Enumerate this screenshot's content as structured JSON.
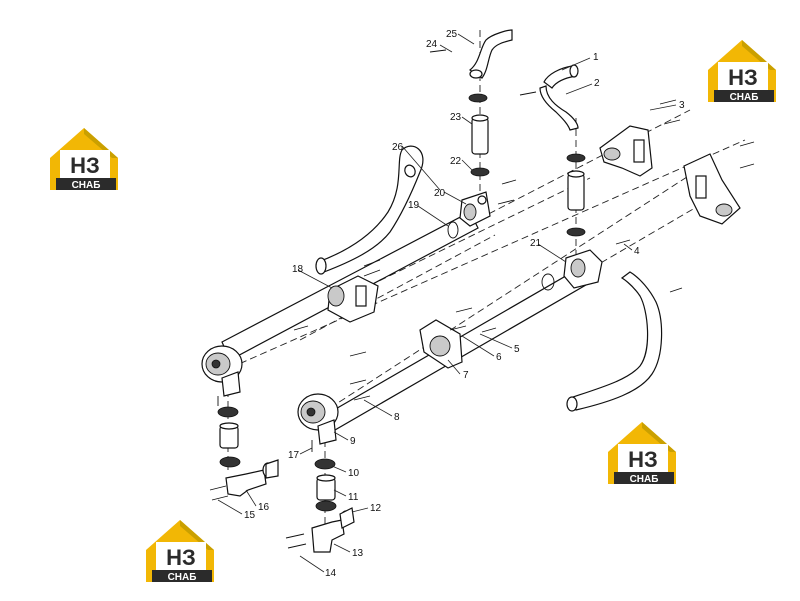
{
  "logo": {
    "mark": "НЗ",
    "caption": "СНАБ",
    "color_gold": "#f2b705",
    "color_dark": "#2b2b2b"
  },
  "callouts": [
    {
      "id": "c1",
      "text": "1"
    },
    {
      "id": "c2",
      "text": "2"
    },
    {
      "id": "c3",
      "text": "3"
    },
    {
      "id": "c4",
      "text": "4"
    },
    {
      "id": "c5",
      "text": "5"
    },
    {
      "id": "c6",
      "text": "6"
    },
    {
      "id": "c7",
      "text": "7"
    },
    {
      "id": "c8",
      "text": "8"
    },
    {
      "id": "c9",
      "text": "9"
    },
    {
      "id": "c10",
      "text": "10"
    },
    {
      "id": "c11",
      "text": "11"
    },
    {
      "id": "c12",
      "text": "12"
    },
    {
      "id": "c13",
      "text": "13"
    },
    {
      "id": "c14",
      "text": "14"
    },
    {
      "id": "c15",
      "text": "15"
    },
    {
      "id": "c16",
      "text": "16"
    },
    {
      "id": "c17",
      "text": "17"
    },
    {
      "id": "c18",
      "text": "18"
    },
    {
      "id": "c19",
      "text": "19"
    },
    {
      "id": "c20",
      "text": "20"
    },
    {
      "id": "c21",
      "text": "21"
    },
    {
      "id": "c22",
      "text": "22"
    },
    {
      "id": "c23",
      "text": "23"
    },
    {
      "id": "c24",
      "text": "24"
    },
    {
      "id": "c25",
      "text": "25"
    },
    {
      "id": "c26",
      "text": "26"
    }
  ]
}
